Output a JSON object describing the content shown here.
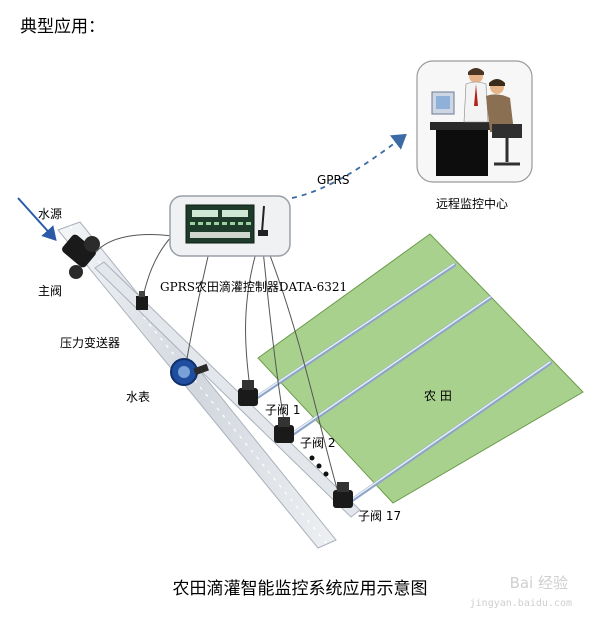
{
  "heading": "典型应用：",
  "labels": {
    "water_source": "水源",
    "main_valve": "主阀",
    "pressure_transmitter": "压力变送器",
    "water_meter": "水表",
    "controller": "GPRS农田滴灌控制器DATA-6321",
    "gprs": "GPRS",
    "remote_center": "远程监控中心",
    "field": "农 田",
    "sub_valve_1": "子阀 1",
    "sub_valve_2": "子阀 2",
    "sub_valve_17": "子阀 17"
  },
  "caption": "农田滴灌智能监控系统应用示意图",
  "watermark": "Bai 经验",
  "watermark_url": "jingyan.baidu.com",
  "colors": {
    "field": "#a9d18e",
    "field_border": "#6a9a4a",
    "pipe": "#d9dde3",
    "arrow": "#3c6aa5",
    "valve": "#1a1a1a",
    "meter": "#1f4ea0"
  }
}
